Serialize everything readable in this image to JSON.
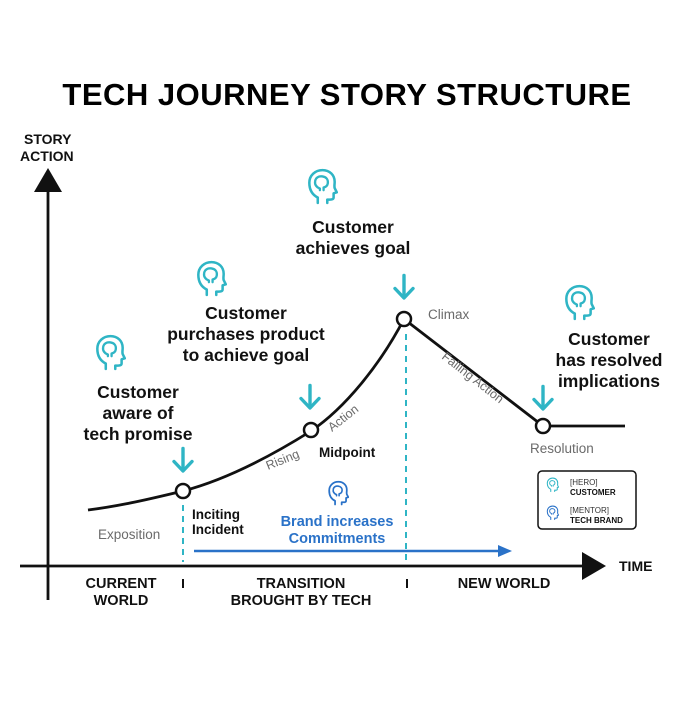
{
  "title": "TECH JOURNEY STORY STRUCTURE",
  "axes": {
    "y_label_line1": "STORY",
    "y_label_line2": "ACTION",
    "x_label": "TIME"
  },
  "callouts": {
    "aware": [
      "Customer",
      "aware of",
      "tech promise"
    ],
    "purchase": [
      "Customer",
      "purchases product",
      "to achieve goal"
    ],
    "goal": [
      "Customer",
      "achieves goal"
    ],
    "resolved": [
      "Customer",
      "has resolved",
      "implications"
    ]
  },
  "stages": {
    "exposition": "Exposition",
    "rising": "Rising",
    "action": "Action",
    "climax": "Climax",
    "falling_action": "Falling Action",
    "resolution": "Resolution"
  },
  "points": {
    "inciting": [
      "Inciting",
      "Incident"
    ],
    "midpoint": "Midpoint"
  },
  "brand": [
    "Brand increases",
    "Commitments"
  ],
  "worlds": {
    "current": [
      "CURRENT",
      "WORLD"
    ],
    "transition": [
      "TRANSITION",
      "BROUGHT BY TECH"
    ],
    "new": "NEW WORLD"
  },
  "legend": {
    "hero_role": "[HERO]",
    "hero_name": "CUSTOMER",
    "mentor_role": "[MENTOR]",
    "mentor_name": "TECH BRAND"
  },
  "colors": {
    "hero": "#2fb5c5",
    "mentor": "#2a72c8",
    "ink": "#111111"
  },
  "icons": {
    "hero": "head-silhouette-icon",
    "mentor": "head-silhouette-icon",
    "pointer": "down-arrow-icon"
  }
}
